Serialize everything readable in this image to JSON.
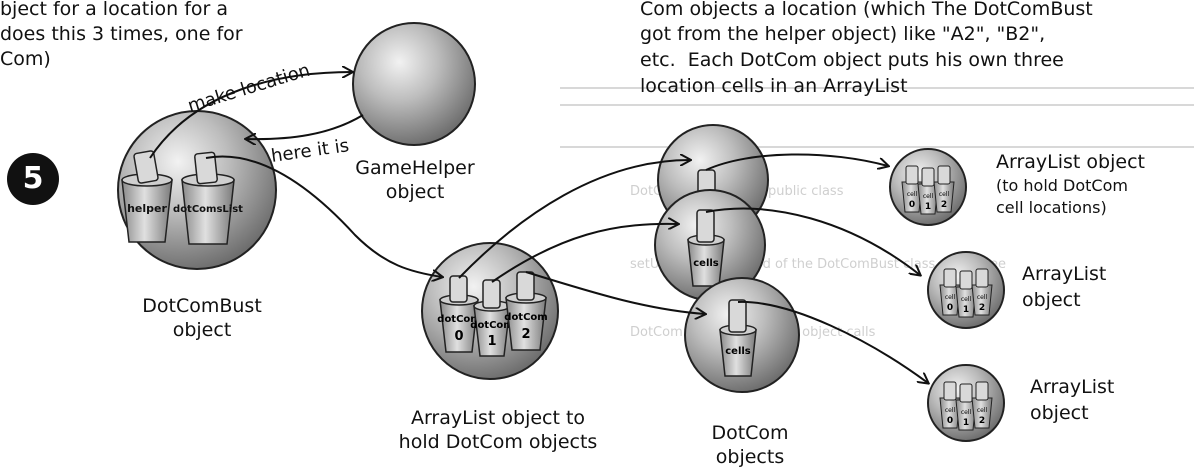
{
  "top_left_text": [
    "bject for a location for a",
    "does this 3 times, one for",
    "Com)"
  ],
  "top_right_text": [
    "Com objects a location (which The DotComBust",
    "got from the helper object) like \"A2\", \"B2\",",
    "etc.  Each DotCom object puts his own three",
    "location cells in an ArrayList"
  ],
  "step_number": "5",
  "arrows": {
    "make_location": "make location",
    "here_it_is": "here it is"
  },
  "objects": {
    "game_helper": [
      "GameHelper",
      "object"
    ],
    "dotcombust": [
      "DotComBust",
      "object"
    ],
    "arraylist_dotcoms": [
      "ArrayList object to",
      "hold DotCom objects"
    ],
    "dotcom_objects": [
      "DotCom",
      "objects"
    ],
    "arraylist_1": [
      "ArrayList object",
      "(to hold DotCom",
      "cell locations)"
    ],
    "arraylist_2": [
      "ArrayList",
      "object"
    ],
    "arraylist_3": [
      "ArrayList",
      "object"
    ]
  },
  "cup_labels": {
    "helper": "helper",
    "dotcomslist": "dotComsList",
    "dotcom": "dotCom",
    "cells": "cells",
    "cell": "cell",
    "index_0": "0",
    "index_1": "1",
    "index_2": "2"
  },
  "ghost_text": [
    "DotComBust  is not a public class",
    "setUpGame() method of the DotComBust class  gets  three",
    "DotCom  object  the  helper  object  calls"
  ]
}
